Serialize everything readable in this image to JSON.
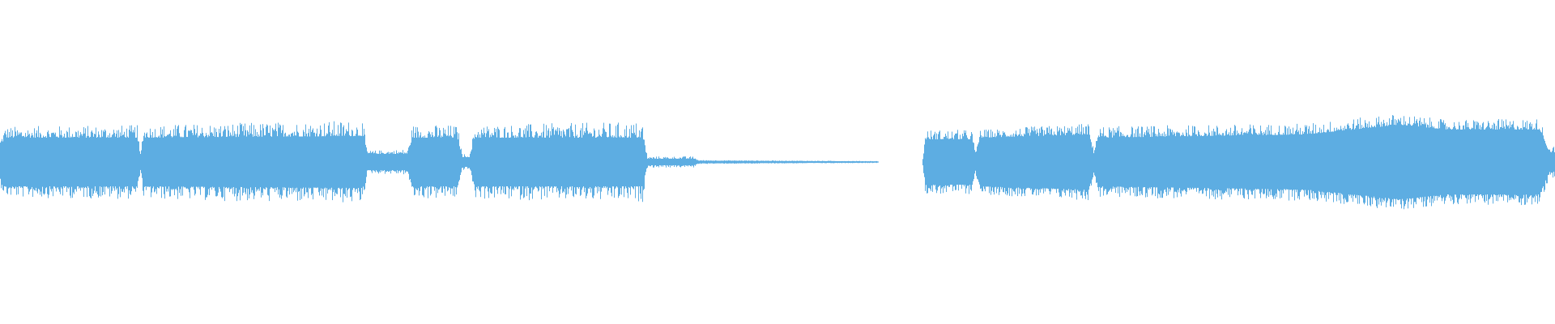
{
  "chart_data": {
    "type": "area",
    "title": "",
    "xlabel": "",
    "ylabel": "",
    "ylim": [
      -1,
      1
    ],
    "grid": false,
    "legend": "none",
    "color": "#5dade2",
    "background": "#ffffff",
    "envelope": [
      {
        "t": 0.0,
        "body": 0.1,
        "peak": 0.15
      },
      {
        "t": 0.003,
        "body": 0.15,
        "peak": 0.22
      },
      {
        "t": 0.088,
        "body": 0.15,
        "peak": 0.23
      },
      {
        "t": 0.09,
        "body": 0.03,
        "peak": 0.05
      },
      {
        "t": 0.092,
        "body": 0.15,
        "peak": 0.23
      },
      {
        "t": 0.233,
        "body": 0.16,
        "peak": 0.26
      },
      {
        "t": 0.236,
        "body": 0.05,
        "peak": 0.07
      },
      {
        "t": 0.262,
        "body": 0.05,
        "peak": 0.08
      },
      {
        "t": 0.265,
        "body": 0.15,
        "peak": 0.23
      },
      {
        "t": 0.294,
        "body": 0.15,
        "peak": 0.23
      },
      {
        "t": 0.297,
        "body": 0.03,
        "peak": 0.05
      },
      {
        "t": 0.302,
        "body": 0.03,
        "peak": 0.05
      },
      {
        "t": 0.305,
        "body": 0.15,
        "peak": 0.23
      },
      {
        "t": 0.413,
        "body": 0.15,
        "peak": 0.25
      },
      {
        "t": 0.416,
        "body": 0.02,
        "peak": 0.035
      },
      {
        "t": 0.446,
        "body": 0.02,
        "peak": 0.035
      },
      {
        "t": 0.449,
        "body": 0.008,
        "peak": 0.012
      },
      {
        "t": 0.564,
        "body": 0.004,
        "peak": 0.006
      },
      {
        "t": 0.565,
        "body": 0.0,
        "peak": 0.0
      },
      {
        "t": 0.593,
        "body": 0.0,
        "peak": 0.0
      },
      {
        "t": 0.595,
        "body": 0.14,
        "peak": 0.2
      },
      {
        "t": 0.625,
        "body": 0.14,
        "peak": 0.2
      },
      {
        "t": 0.627,
        "body": 0.04,
        "peak": 0.06
      },
      {
        "t": 0.63,
        "body": 0.15,
        "peak": 0.2
      },
      {
        "t": 0.7,
        "body": 0.17,
        "peak": 0.24
      },
      {
        "t": 0.703,
        "body": 0.05,
        "peak": 0.08
      },
      {
        "t": 0.706,
        "body": 0.15,
        "peak": 0.22
      },
      {
        "t": 0.84,
        "body": 0.17,
        "peak": 0.24
      },
      {
        "t": 0.9,
        "body": 0.23,
        "peak": 0.3
      },
      {
        "t": 0.93,
        "body": 0.2,
        "peak": 0.26
      },
      {
        "t": 0.99,
        "body": 0.2,
        "peak": 0.27
      },
      {
        "t": 0.996,
        "body": 0.06,
        "peak": 0.1
      },
      {
        "t": 1.0,
        "body": 0.06,
        "peak": 0.1
      }
    ]
  }
}
